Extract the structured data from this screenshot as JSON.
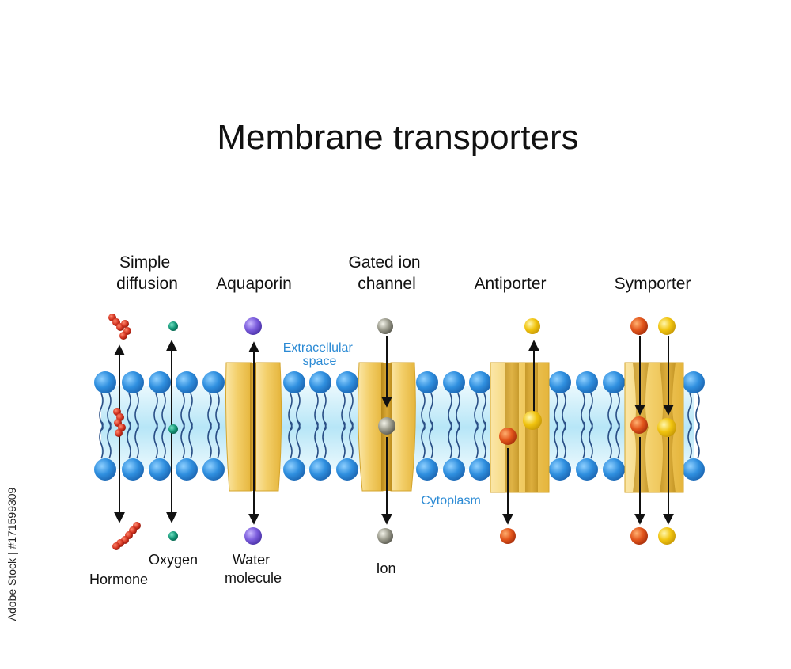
{
  "title": "Membrane transporters",
  "regions": {
    "extracellular": [
      "Extracellular",
      "space"
    ],
    "cytoplasm": "Cytoplasm"
  },
  "sections": {
    "simple_diffusion": [
      "Simple",
      "diffusion"
    ],
    "aquaporin": "Aquaporin",
    "gated_ion_channel": [
      "Gated ion",
      "channel"
    ],
    "antiporter": "Antiporter",
    "symporter": "Symporter"
  },
  "molecules": {
    "hormone": "Hormone",
    "oxygen": "Oxygen",
    "water": [
      "Water",
      "molecule"
    ],
    "ion": "Ion"
  },
  "stock_id": "Adobe Stock | #171599309",
  "colors": {
    "lipid_head": "#2f8fdf",
    "membrane_core": "#c8ecf8",
    "protein": "#f3cf6a",
    "protein_dark": "#c99a22",
    "hormone": "#d2321f",
    "oxygen": "#159a7a",
    "water": "#7b5cdc",
    "ion": "#8e8e82",
    "red_solute": "#e2551b",
    "yellow_solute": "#f1c40f"
  },
  "icons": [
    "lipid-bilayer",
    "protein-channel",
    "arrow-up",
    "arrow-down",
    "arrow-bidirectional"
  ]
}
